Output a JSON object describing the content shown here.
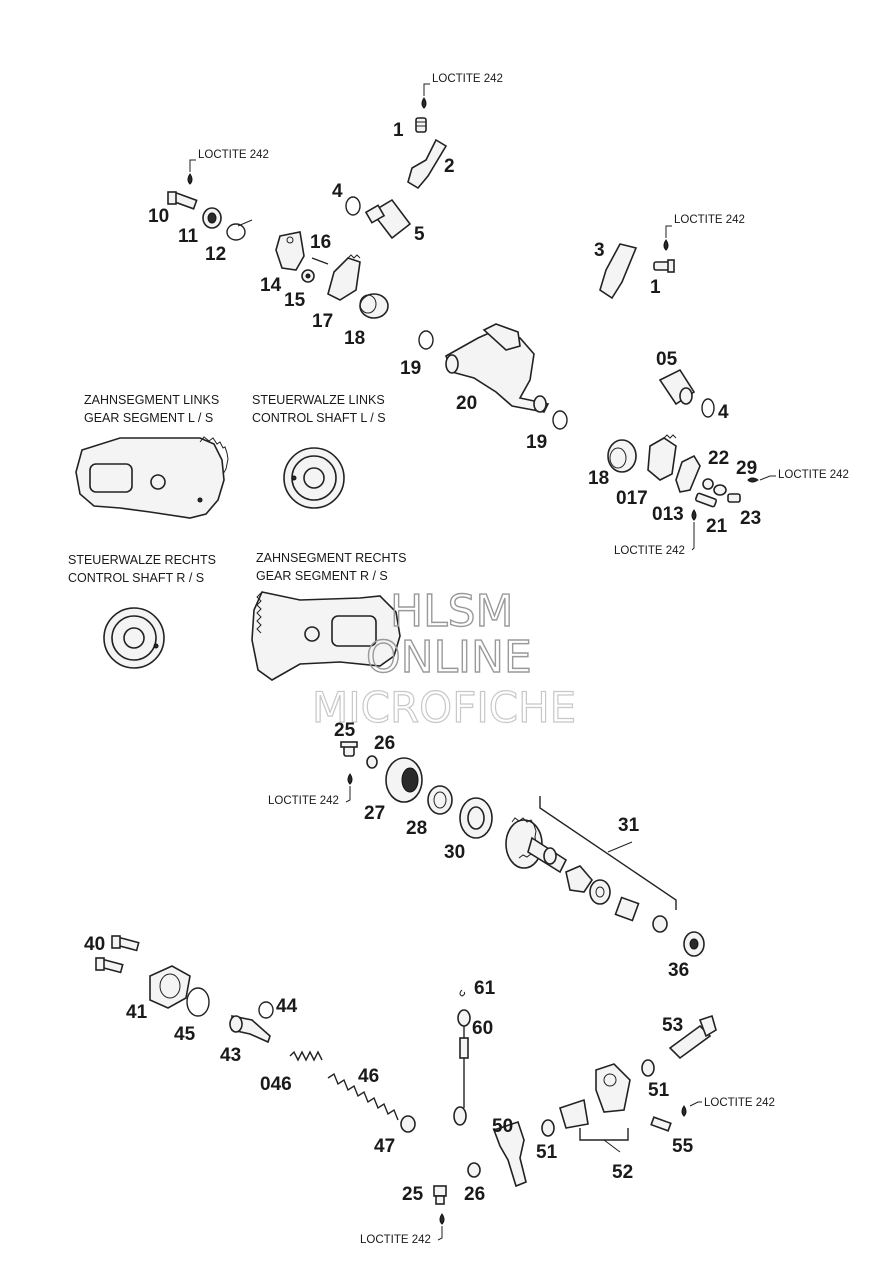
{
  "watermark": {
    "line1": "HLSM",
    "line2": "ONLINE",
    "line3": "MICROFICHE"
  },
  "notes": {
    "loctite": "LOCTITE 242"
  },
  "captions": {
    "gear_segment_left_1": "ZAHNSEGMENT LINKS",
    "gear_segment_left_2": "GEAR SEGMENT L / S",
    "control_shaft_left_1": "STEUERWALZE LINKS",
    "control_shaft_left_2": "CONTROL SHAFT L / S",
    "control_shaft_right_1": "STEUERWALZE RECHTS",
    "control_shaft_right_2": "CONTROL SHAFT R / S",
    "gear_segment_right_1": "ZAHNSEGMENT RECHTS",
    "gear_segment_right_2": "GEAR SEGMENT R / S"
  },
  "part_numbers": {
    "p1": "1",
    "p2": "2",
    "p3": "3",
    "p4": "4",
    "p5": "5",
    "p05": "05",
    "p10": "10",
    "p11": "11",
    "p12": "12",
    "p13": "013",
    "p14": "14",
    "p15": "15",
    "p16": "16",
    "p17": "17",
    "p017": "017",
    "p18": "18",
    "p19": "19",
    "p20": "20",
    "p21": "21",
    "p22": "22",
    "p23": "23",
    "p25": "25",
    "p26": "26",
    "p27": "27",
    "p28": "28",
    "p29": "29",
    "p30": "30",
    "p31": "31",
    "p36": "36",
    "p40": "40",
    "p41": "41",
    "p43": "43",
    "p44": "44",
    "p45": "45",
    "p46": "46",
    "p046": "046",
    "p47": "47",
    "p50": "50",
    "p51": "51",
    "p52": "52",
    "p53": "53",
    "p55": "55",
    "p60": "60",
    "p61": "61"
  }
}
